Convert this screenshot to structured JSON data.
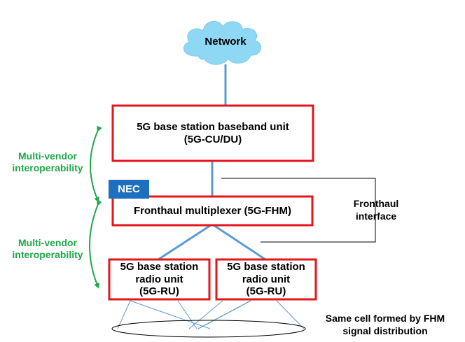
{
  "network": {
    "label": "Network"
  },
  "baseband": {
    "line1": "5G base station baseband unit",
    "line2": "(5G-CU/DU)"
  },
  "fhm": {
    "label": "Fronthaul multiplexer (5G-FHM)",
    "badge": "NEC"
  },
  "ru_left": {
    "line1": "5G base station",
    "line2": "radio unit",
    "line3": "(5G-RU)"
  },
  "ru_right": {
    "line1": "5G base station",
    "line2": "radio unit",
    "line3": "(5G-RU)"
  },
  "interop_upper": {
    "line1": "Multi-vendor",
    "line2": "interoperability"
  },
  "interop_lower": {
    "line1": "Multi-vendor",
    "line2": "interoperability"
  },
  "fronthaul": {
    "line1": "Fronthaul",
    "line2": "interface"
  },
  "cell_note": {
    "line1": "Same cell formed by FHM",
    "line2": "signal distribution"
  },
  "colors": {
    "box_border": "#e3151e",
    "link": "#5b9bd5",
    "interop": "#1fa84a",
    "badge": "#1f6fbf",
    "cloud": "#8fd8f5"
  }
}
